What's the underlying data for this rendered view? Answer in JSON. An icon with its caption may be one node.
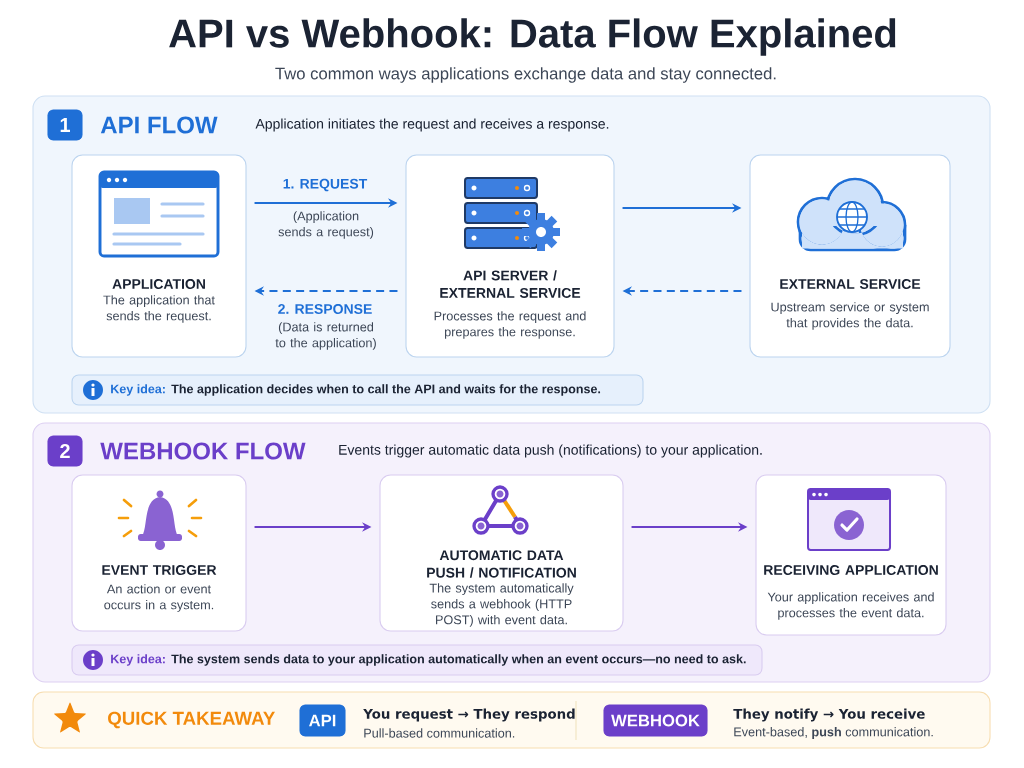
{
  "diagram": {
    "title": "API vs Webhook: Data Flow Explained",
    "nodes": [
      {
        "text": [
          "API FLOW",
          "Application initiates the request and receives a response."
        ]
      },
      {
        "text": [
          "1"
        ],
        "in": 0
      },
      {
        "text": [
          "APPLICATION",
          "The application that sends the request."
        ],
        "in": 0
      },
      {
        "text": [
          "API SERVER / EXTERNAL SERVICE",
          "Processes the request and prepares the response."
        ],
        "in": 0
      },
      {
        "text": [
          "EXTERNAL SERVICE",
          "Upstream service or system that provides the data."
        ],
        "in": 0
      },
      {
        "text": [
          "Key idea:",
          "The application decides when to call the API and waits for the response."
        ],
        "in": 0
      },
      {
        "text": [
          "WEBHOOK FLOW",
          "Events trigger automatic data push (notifications) to your application."
        ]
      },
      {
        "text": [
          "2"
        ],
        "in": 6
      },
      {
        "text": [
          "EVENT TRIGGER",
          "An action or event occurs in a system."
        ],
        "in": 6
      },
      {
        "text": [
          "AUTOMATIC DATA PUSH / NOTIFICATION",
          "The system automatically sends a webhook (HTTP POST) with event data."
        ],
        "in": 6
      },
      {
        "text": [
          "RECEIVING APPLICATION",
          "Your application receives and processes the event data."
        ],
        "in": 6
      },
      {
        "text": [
          "Key idea:",
          "The system sends data to your application automatically when an event occurs—no need to ask."
        ],
        "in": 6
      },
      {
        "text": [
          "QUICK TAKEAWAY"
        ]
      },
      {
        "text": [
          "API"
        ],
        "in": 12
      },
      {
        "text": [
          "WEBHOOK"
        ],
        "in": 12
      }
    ],
    "edges": [
      {
        "from": 2,
        "to": 3,
        "arrow": "to",
        "label": "1. REQUEST"
      },
      {
        "from": 3,
        "to": 4,
        "arrow": "to"
      },
      {
        "from": 4,
        "to": 3,
        "arrow": "to",
        "style": "dashed"
      },
      {
        "from": 3,
        "to": 2,
        "arrow": "to",
        "style": "dashed",
        "label": "2. RESPONSE"
      },
      {
        "from": 8,
        "to": 9,
        "arrow": "to",
        "color": "#6b3fc9"
      },
      {
        "from": 9,
        "to": 10,
        "arrow": "to",
        "color": "#6b3fc9"
      }
    ],
    "labels": [
      "Two common ways applications exchange data and stay connected.",
      "(Application sends a request)",
      "(Data is returned to the application)",
      "You request → They respond",
      "Pull-based communication.",
      "They notify → You receive",
      "Event-based, **push** communication."
    ]
  }
}
